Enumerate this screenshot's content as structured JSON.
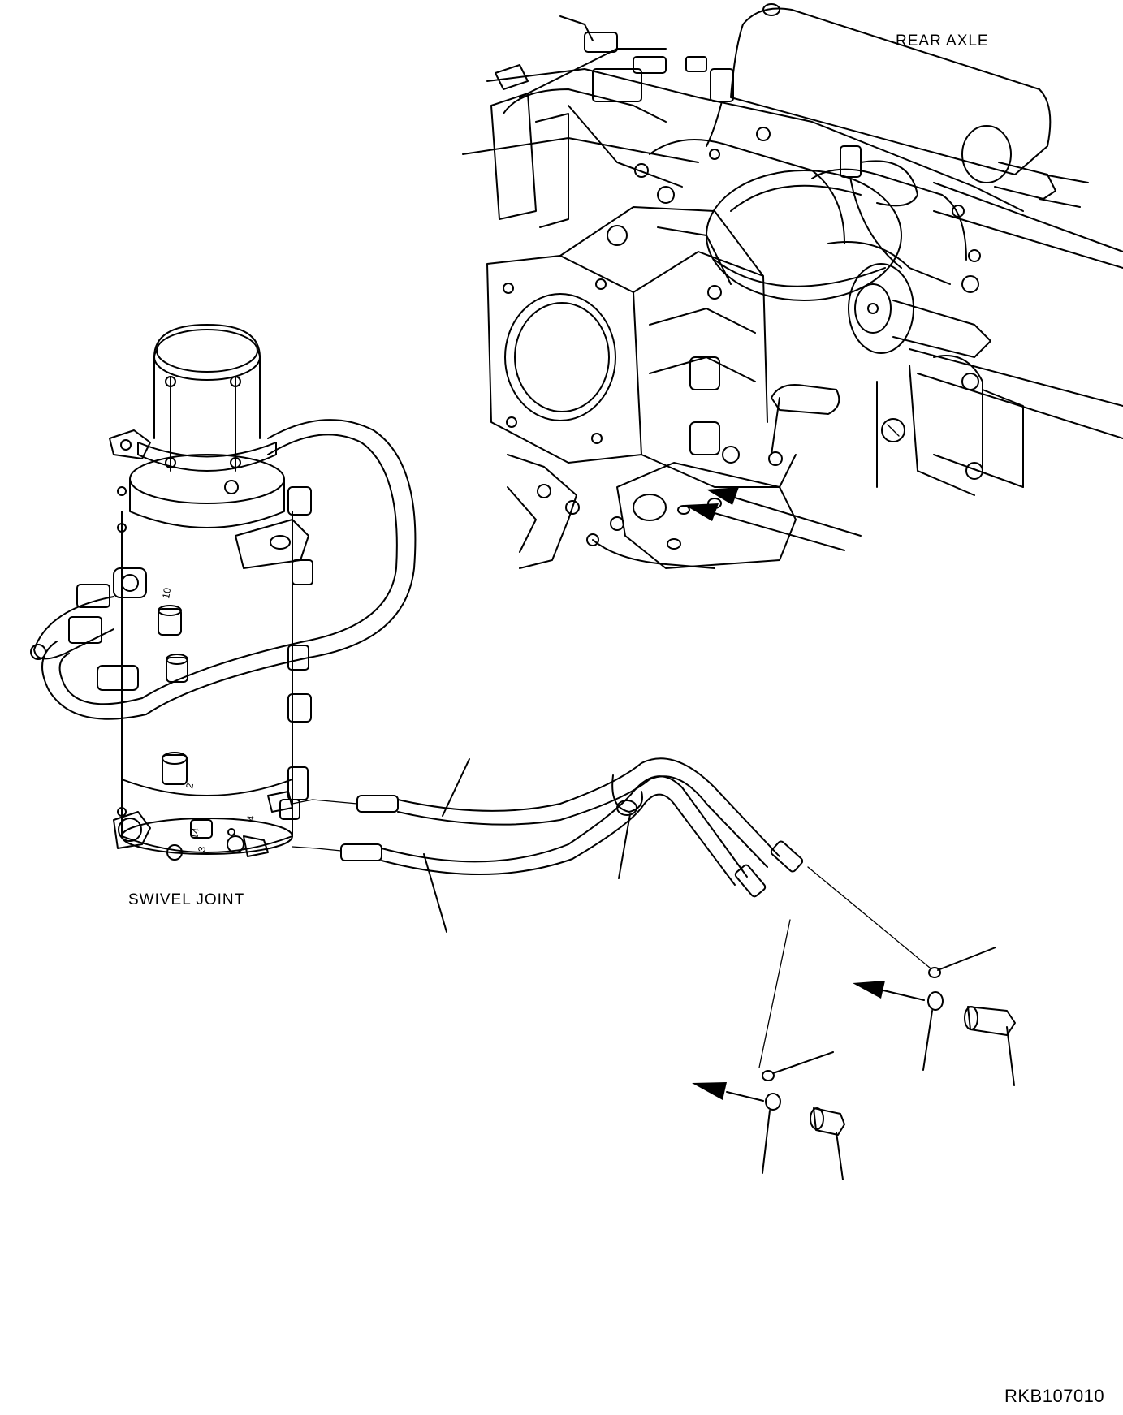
{
  "labels": {
    "rear_axle": "REAR AXLE",
    "swivel_joint": "SWIVEL JOINT",
    "figure_code": "RKB107010"
  },
  "port_numbers": {
    "p10": "10",
    "p2": "2",
    "p14": "14",
    "p3": "3",
    "p4": "4"
  }
}
